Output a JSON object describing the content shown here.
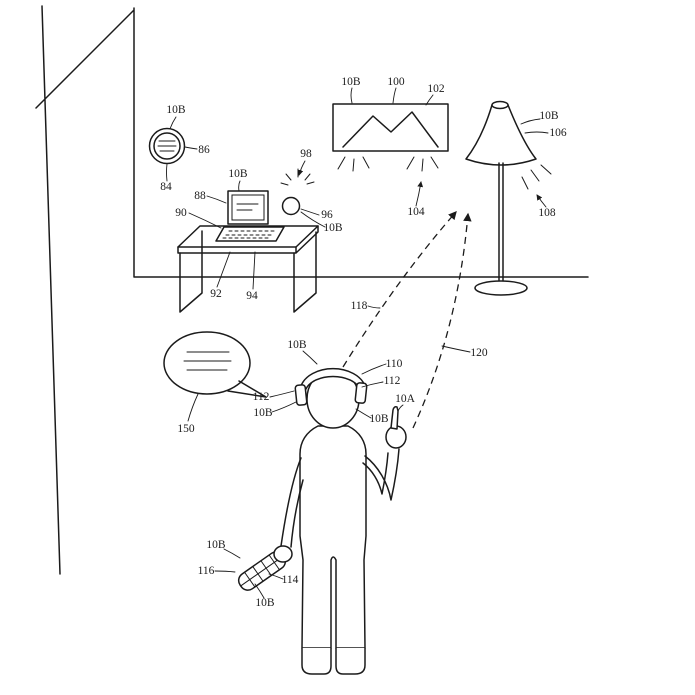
{
  "figure": {
    "kind": "patent-line-drawing",
    "ink_color": "#1b1b1b",
    "background_color": "#ffffff"
  },
  "labels": {
    "clock_tag": "10B",
    "clock": "86",
    "clock_mount": "84",
    "laptop_screen": "88",
    "laptop_tag": "10B",
    "laptop_body": "90",
    "desk_left_ref": "92",
    "desk_right_ref": "94",
    "glow": "98",
    "orb": "96",
    "orb_tag": "10B",
    "picture_tag": "10B",
    "picture": "100",
    "picture_frame": "102",
    "picture_light": "104",
    "lamp_tag": "10B",
    "lamp_shade": "106",
    "lamp_light": "108",
    "gaze_ray": "118",
    "point_ray": "120",
    "speech_bubble": "150",
    "headset_top_tag": "10B",
    "headset_band": "110",
    "headset_right_ear": "112",
    "headset_left_ear": "112",
    "headset_left_tag": "10B",
    "headset_right_tag": "10B",
    "hand_ref": "10A",
    "controller_top_tag": "10B",
    "controller_body": "116",
    "controller_grip": "114",
    "controller_bottom_tag": "10B"
  }
}
